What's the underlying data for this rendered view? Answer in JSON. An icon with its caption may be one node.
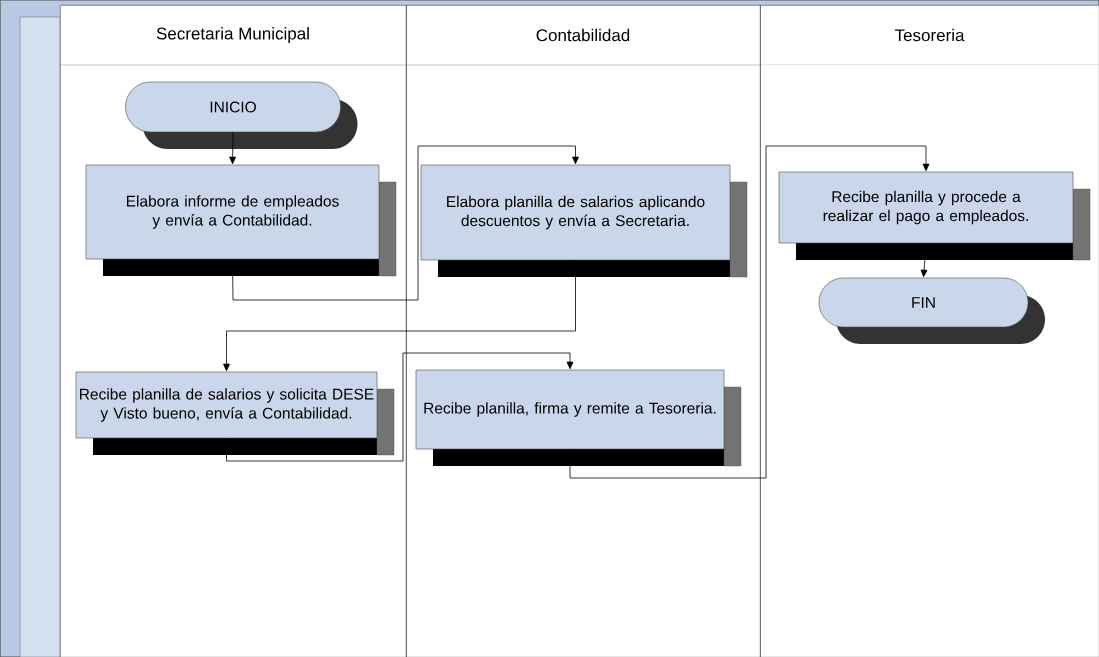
{
  "diagram": {
    "nodes": [
      {
        "text": [
          "Secretaria Municipal"
        ]
      },
      {
        "text": [
          "Contabilidad"
        ]
      },
      {
        "text": [
          "Tesoreria"
        ]
      },
      {
        "text": [
          "INICIO"
        ],
        "in": 0
      },
      {
        "text": [
          "Elabora informe de empleados y envía a Contabilidad."
        ],
        "in": 0
      },
      {
        "text": [
          "Elabora planilla de salarios aplicando descuentos y envía a Secretaria."
        ],
        "in": 1
      },
      {
        "text": [
          "Recibe planilla y procede a realizar el pago a empleados."
        ],
        "in": 2
      },
      {
        "text": [
          "FIN"
        ],
        "in": 2
      },
      {
        "text": [
          "Recibe planilla de salarios y solicita DESE y Visto bueno, envía a Contabilidad."
        ],
        "in": 0
      },
      {
        "text": [
          "Recibe planilla, firma y remite a Tesoreria."
        ],
        "in": 1
      }
    ],
    "edges": [
      {
        "from": 3,
        "to": 4,
        "arrow": "to"
      },
      {
        "from": 4,
        "to": 5,
        "arrow": "to"
      },
      {
        "from": 5,
        "to": 8,
        "arrow": "to"
      },
      {
        "from": 8,
        "to": 9,
        "arrow": "to"
      },
      {
        "from": 9,
        "to": 6,
        "arrow": "to"
      },
      {
        "from": 6,
        "to": 7,
        "arrow": "to"
      }
    ]
  }
}
